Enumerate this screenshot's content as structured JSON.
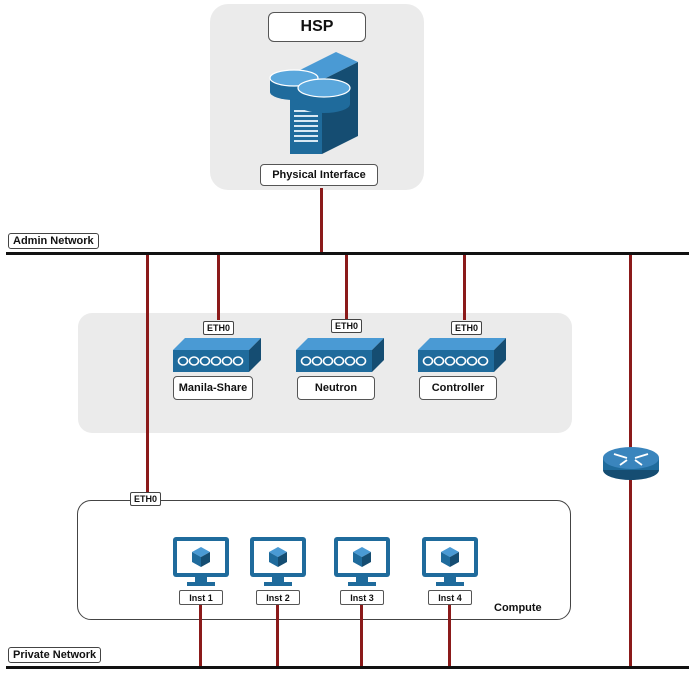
{
  "hsp": {
    "title": "HSP",
    "interface_label": "Physical Interface"
  },
  "networks": {
    "admin": "Admin Network",
    "private": "Private Network"
  },
  "nodes": [
    {
      "name": "Manila-Share",
      "port": "ETH0"
    },
    {
      "name": "Neutron",
      "port": "ETH0"
    },
    {
      "name": "Controller",
      "port": "ETH0"
    }
  ],
  "compute": {
    "label": "Compute",
    "port": "ETH0",
    "instances": [
      "Inst 1",
      "Inst 2",
      "Inst 3",
      "Inst 4"
    ]
  },
  "colors": {
    "wire": "#8b1a1a",
    "device": "#1f6b9c",
    "device_dark": "#154d72",
    "panel": "#ebebeb"
  },
  "icons": {
    "hsp": "server-tower-icon",
    "switch": "network-switch-icon",
    "router": "router-icon",
    "instance": "monitor-icon"
  }
}
